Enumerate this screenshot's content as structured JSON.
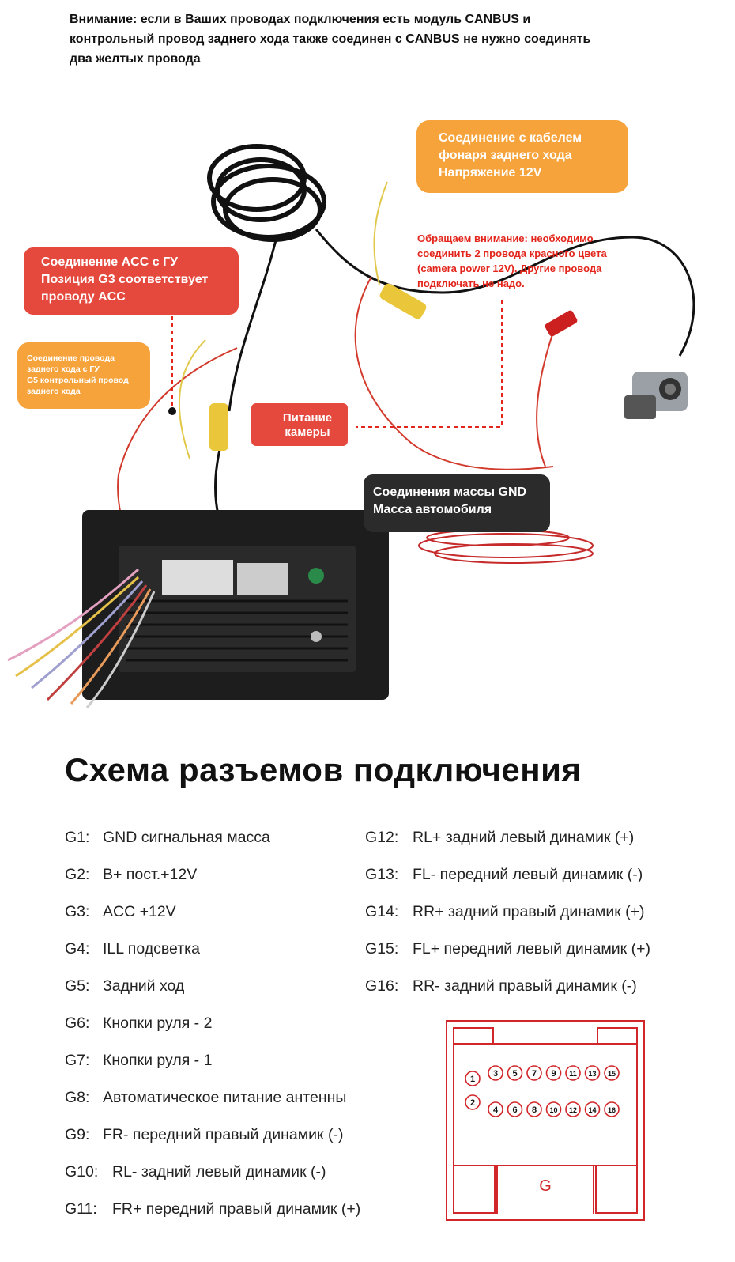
{
  "warning": "Внимание: если в Ваших проводах подключения есть модуль CANBUS и контрольный провод заднего хода также соединен с CANBUS не нужно соединять два желтых провода",
  "callouts": {
    "rear_light": [
      "Соединение с кабелем",
      "фонаря заднего хода",
      "Напряжение 12V"
    ],
    "acc": [
      "Соединение ACC с ГУ",
      "Позиция G3 соответствует",
      "проводу ACC"
    ],
    "reverse": [
      "Соединение провода",
      "заднего хода с ГУ",
      "G5 контрольный провод",
      "заднего хода"
    ],
    "camera_power": [
      "Питание",
      "камеры"
    ],
    "ground": [
      "Соединения массы GND",
      "Масса автомобиля"
    ],
    "red_note": [
      "Обращаем внимание:  необходимо",
      "соединить 2 провода красного цвета",
      "(camera power 12V). Другие провода",
      "подключать не надо."
    ]
  },
  "section_title": "Схема разъемов подключения",
  "pins_left": [
    {
      "code": "G1:",
      "desc": "GND сигнальная масса"
    },
    {
      "code": "G2:",
      "desc": "B+  пост.+12V"
    },
    {
      "code": "G3:",
      "desc": "ACC  +12V"
    },
    {
      "code": "G4:",
      "desc": "ILL подсветка"
    },
    {
      "code": "G5:",
      "desc": "Задний ход"
    },
    {
      "code": "G6:",
      "desc": "Кнопки руля - 2"
    },
    {
      "code": "G7:",
      "desc": "Кнопки руля - 1"
    },
    {
      "code": "G8:",
      "desc": "Автоматическое питание антенны"
    },
    {
      "code": "G9:",
      "desc": "FR- передний правый динамик (-)"
    },
    {
      "code": "G10:",
      "desc": "RL- задний левый динамик (-)"
    },
    {
      "code": "G11:",
      "desc": "FR+ передний правый динамик (+)"
    }
  ],
  "pins_right": [
    {
      "code": "G12:",
      "desc": "RL+ задний левый динамик (+)"
    },
    {
      "code": "G13:",
      "desc": "FL- передний левый динамик (-)"
    },
    {
      "code": "G14:",
      "desc": "RR+ задний правый динамик (+)"
    },
    {
      "code": "G15:",
      "desc": "FL+ передний левый динамик (+)"
    },
    {
      "code": "G16:",
      "desc": "RR- задний правый динамик (-)"
    }
  ],
  "connector": {
    "label": "G",
    "color": "#d2272a",
    "pins": [
      "1",
      "2",
      "3",
      "4",
      "5",
      "6",
      "7",
      "8",
      "9",
      "10",
      "11",
      "12",
      "13",
      "14",
      "15",
      "16"
    ]
  },
  "colors": {
    "orange": "#f6a33b",
    "red": "#e5483c",
    "dark": "#2b2b2b",
    "note_red": "#e3261c"
  }
}
